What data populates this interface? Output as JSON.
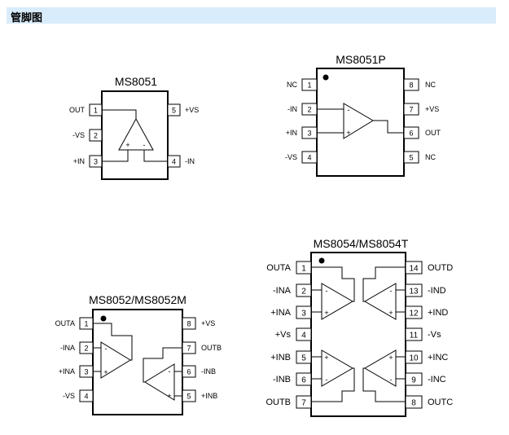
{
  "header": {
    "title": "管脚图"
  },
  "chips": {
    "ms8051": {
      "title": "MS8051",
      "pins": [
        {
          "num": "1",
          "name": "OUT"
        },
        {
          "num": "2",
          "name": "-VS"
        },
        {
          "num": "3",
          "name": "+IN"
        },
        {
          "num": "4",
          "name": "-IN"
        },
        {
          "num": "5",
          "name": "+VS"
        }
      ]
    },
    "ms8051p": {
      "title": "MS8051P",
      "pins": [
        {
          "num": "1",
          "name": "NC"
        },
        {
          "num": "2",
          "name": "-IN"
        },
        {
          "num": "3",
          "name": "+IN"
        },
        {
          "num": "4",
          "name": "-VS"
        },
        {
          "num": "5",
          "name": "NC"
        },
        {
          "num": "6",
          "name": "OUT"
        },
        {
          "num": "7",
          "name": "+VS"
        },
        {
          "num": "8",
          "name": "NC"
        }
      ]
    },
    "ms8052": {
      "title": "MS8052/MS8052M",
      "pins": [
        {
          "num": "1",
          "name": "OUTA"
        },
        {
          "num": "2",
          "name": "-INA"
        },
        {
          "num": "3",
          "name": "+INA"
        },
        {
          "num": "4",
          "name": "-VS"
        },
        {
          "num": "5",
          "name": "+INB"
        },
        {
          "num": "6",
          "name": "-INB"
        },
        {
          "num": "7",
          "name": "OUTB"
        },
        {
          "num": "8",
          "name": "+VS"
        }
      ]
    },
    "ms8054": {
      "title": "MS8054/MS8054T",
      "pins": [
        {
          "num": "1",
          "name": "OUTA"
        },
        {
          "num": "2",
          "name": "-INA"
        },
        {
          "num": "3",
          "name": "+INA"
        },
        {
          "num": "4",
          "name": "+Vs"
        },
        {
          "num": "5",
          "name": "+INB"
        },
        {
          "num": "6",
          "name": "-INB"
        },
        {
          "num": "7",
          "name": "OUTB"
        },
        {
          "num": "8",
          "name": "OUTC"
        },
        {
          "num": "9",
          "name": "-INC"
        },
        {
          "num": "10",
          "name": "+INC"
        },
        {
          "num": "11",
          "name": "-Vs"
        },
        {
          "num": "12",
          "name": "+IND"
        },
        {
          "num": "13",
          "name": "-IND"
        },
        {
          "num": "14",
          "name": "OUTD"
        }
      ]
    }
  },
  "symbols": {
    "minus": "-",
    "plus": "+"
  }
}
